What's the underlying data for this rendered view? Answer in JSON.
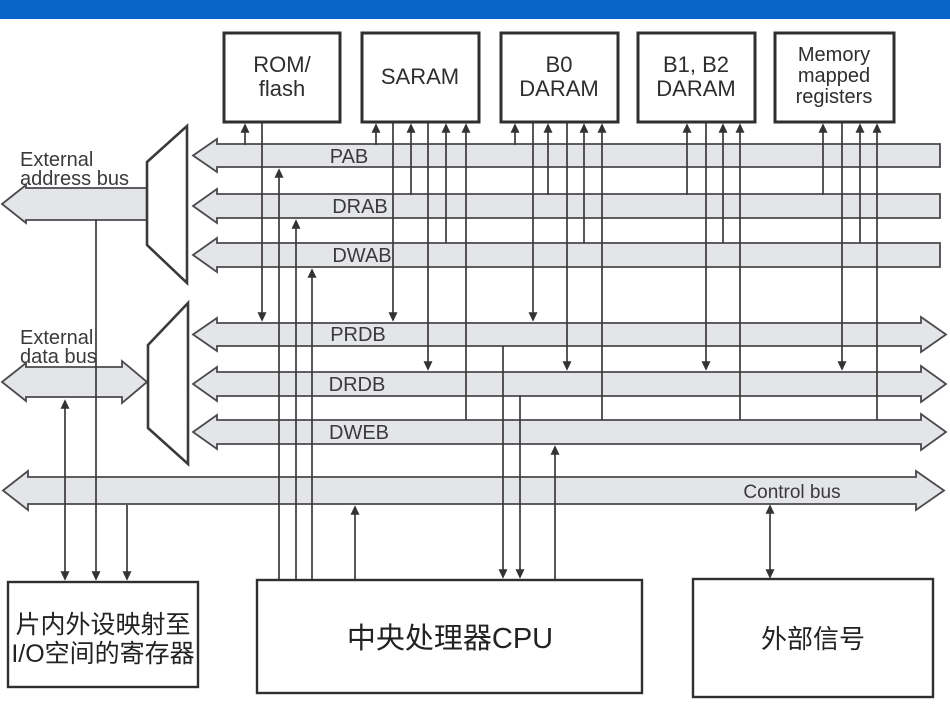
{
  "header": {
    "bar_color": "#0a64c8"
  },
  "colors": {
    "bus_fill": "#e4e5e8",
    "outline": "#3a3a3a",
    "box_border": "#2f2f2f",
    "background": "#ffffff"
  },
  "memory_blocks": {
    "rom": {
      "line1": "ROM/",
      "line2": "flash"
    },
    "saram": {
      "line1": "SARAM"
    },
    "b0": {
      "line1": "B0",
      "line2": "DARAM"
    },
    "b1b2": {
      "line1": "B1, B2",
      "line2": "DARAM"
    },
    "mmr": {
      "line1": "Memory",
      "line2": "mapped",
      "line3": "registers"
    }
  },
  "buses": {
    "pab": "PAB",
    "drab": "DRAB",
    "dwab": "DWAB",
    "prdb": "PRDB",
    "drdb": "DRDB",
    "dweb": "DWEB",
    "control": "Control bus"
  },
  "external_buses": {
    "address": {
      "line1": "External",
      "line2": "address bus"
    },
    "data": {
      "line1": "External",
      "line2": "data bus"
    }
  },
  "bottom_blocks": {
    "io_registers": {
      "line1": "片内外设映射至",
      "line2": "I/O空间的寄存器"
    },
    "cpu": {
      "label": "中央处理器CPU"
    },
    "external_signals": {
      "label": "外部信号"
    }
  }
}
